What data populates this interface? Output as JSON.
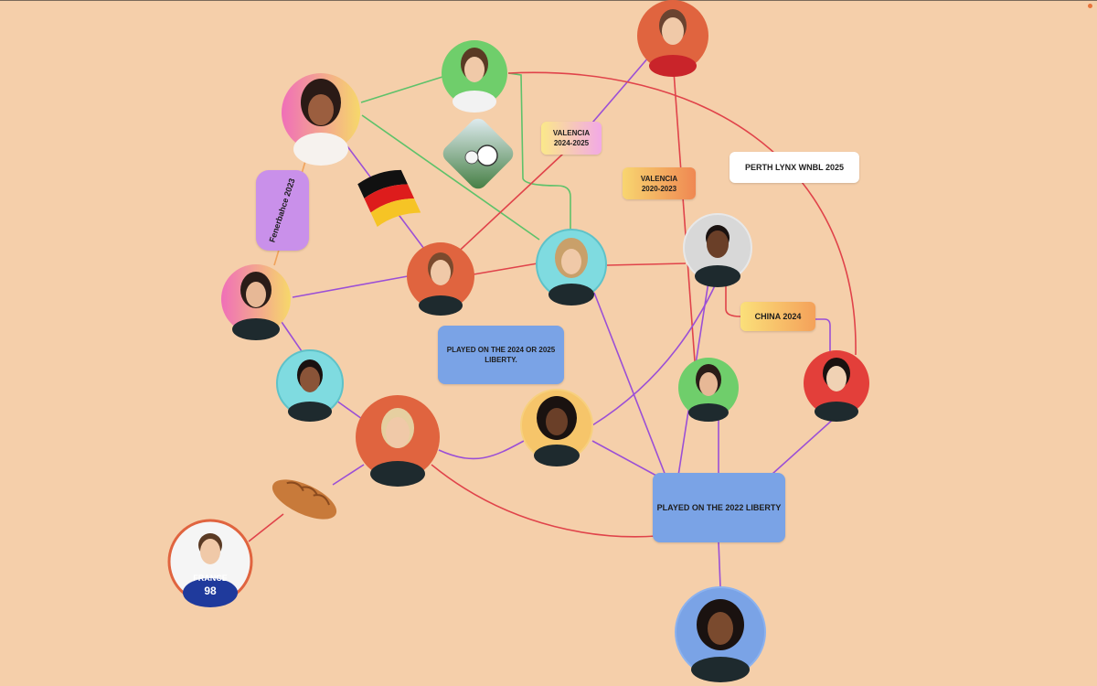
{
  "colors": {
    "background": "#f5cfaa",
    "edge_red": "#e0434a",
    "edge_purple": "#9b4fd6",
    "edge_green": "#5ec26a",
    "edge_orange": "#f0a25a"
  },
  "labels": {
    "valencia_2024": "VALENCIA\n2024-2025",
    "valencia_2020": "VALENCIA\n2020-2023",
    "perth": "PERTH LYNX WNBL 2025",
    "fenerbahce": "Fenerbahce 2023",
    "china": "CHINA 2024",
    "liberty_2425": "PLAYED ON THE 2024 OR 2025\nLIBERTY.",
    "liberty_2022": "PLAYED ON THE 2022 LIBERTY"
  },
  "jersey": {
    "team": "FRANCE",
    "number": "98"
  },
  "icons": {
    "germany_flag": "germany-flag-icon",
    "croissant": "croissant-icon",
    "soccer_mascot": "soccer-ball-mascot-icon"
  }
}
